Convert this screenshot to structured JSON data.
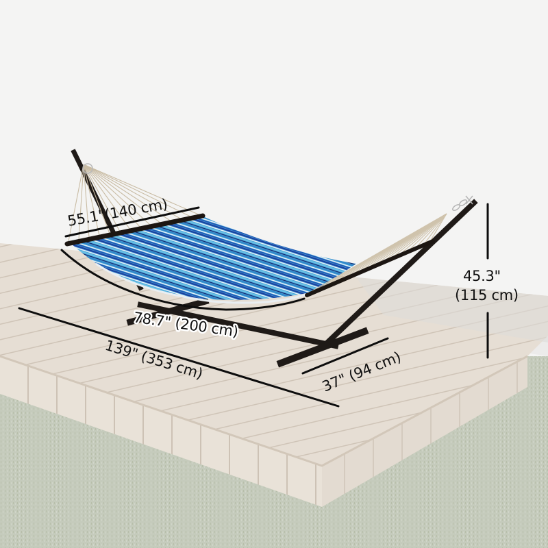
{
  "product": {
    "name": "Hammock with Stand",
    "fabric_colors": [
      "#1b3f9e",
      "#2f86c9",
      "#6cc3e6",
      "#e8f2f7",
      "#13236b"
    ]
  },
  "dimensions": {
    "width": {
      "label": "55.1\"(140 cm)",
      "inches": 55.1,
      "cm": 140
    },
    "bed_length": {
      "label": "78.7\" (200 cm)",
      "inches": 78.7,
      "cm": 200
    },
    "total_length": {
      "label": "139\" (353 cm)",
      "inches": 139,
      "cm": 353
    },
    "base_width": {
      "label": "37\" (94 cm)",
      "inches": 37,
      "cm": 94
    },
    "height": {
      "label_line1": "45.3\"",
      "label_line2": "(115 cm)",
      "inches": 45.3,
      "cm": 115
    }
  },
  "colors": {
    "wall": "#f4f4f3",
    "deck": "#e4dbd0",
    "deck_edge": "#d8cfc4",
    "grass": "#c6cbbd",
    "frame": "#1f1a17",
    "dimension_line": "#0d0d0d"
  }
}
